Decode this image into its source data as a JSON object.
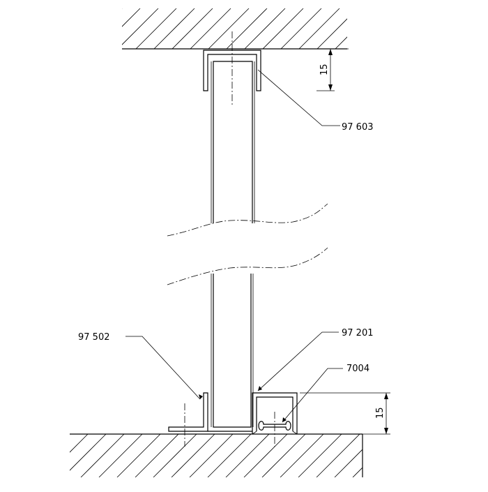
{
  "drawing": {
    "labels": {
      "top_track": "97 603",
      "left_profile": "97 502",
      "bottom_track": "97 201",
      "insert": "7004"
    },
    "dimensions": {
      "top_gap": "15",
      "bottom_height": "15"
    }
  }
}
